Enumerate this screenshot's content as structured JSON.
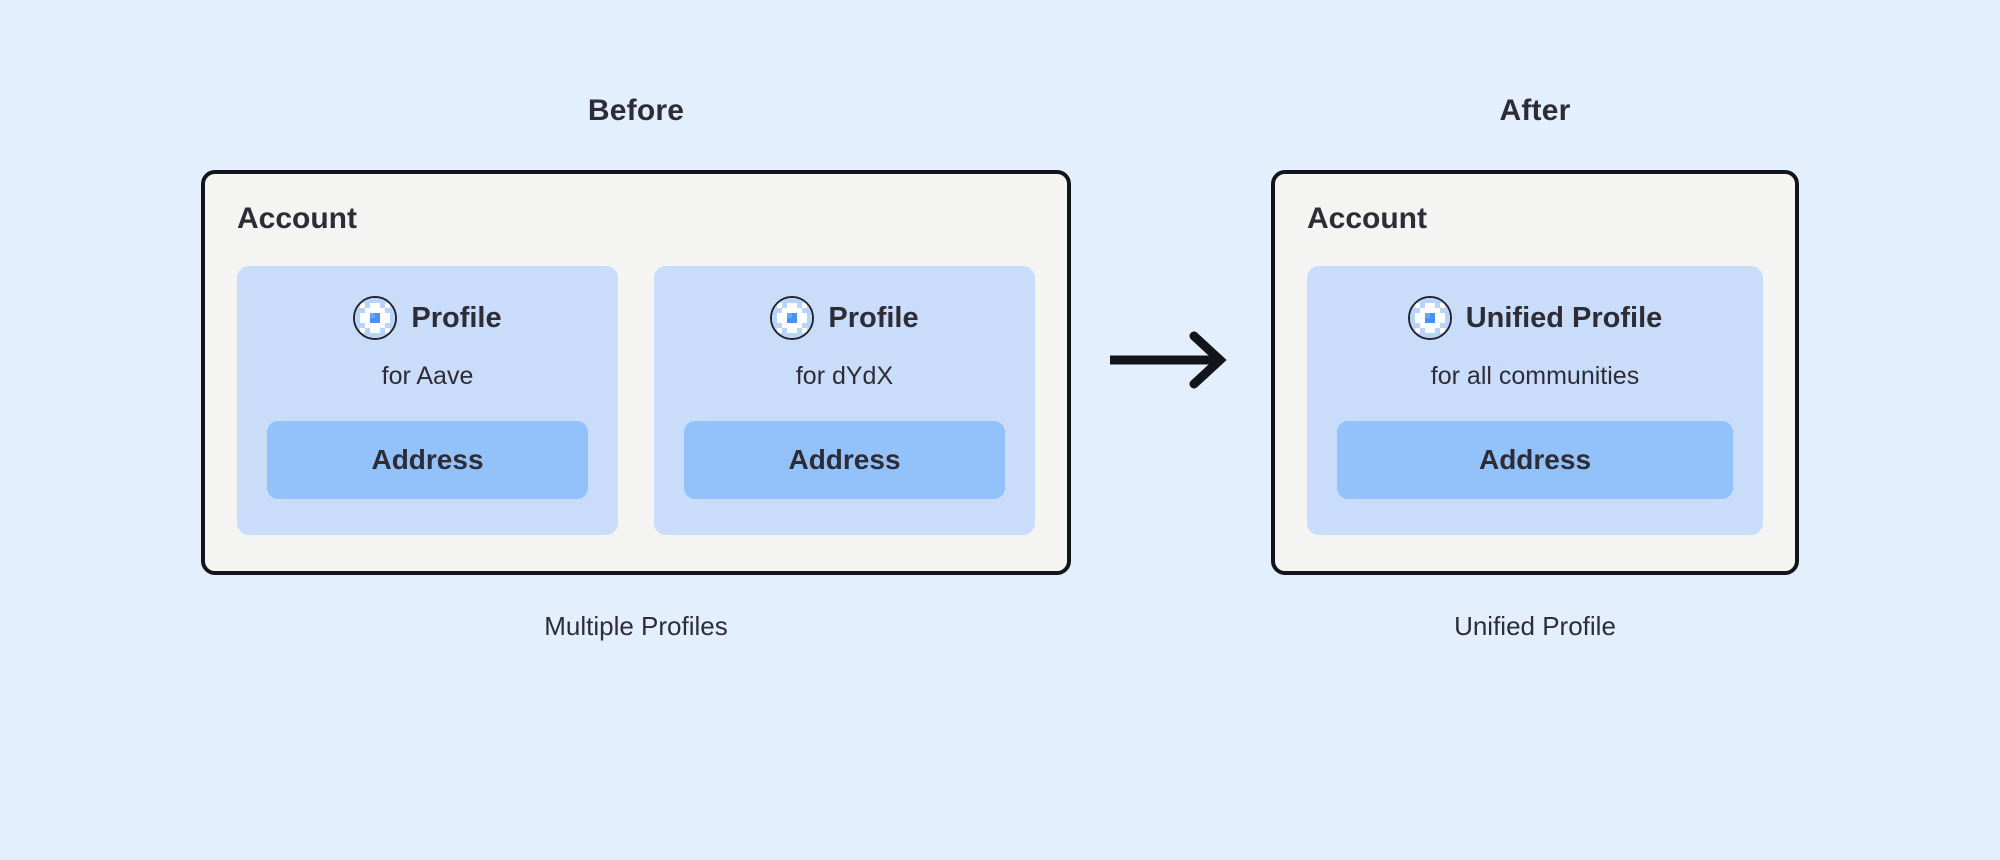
{
  "page": {
    "background_color": "#e3effd",
    "text_color": "#2e2c36"
  },
  "arrow": {
    "icon": "arrow-right-icon",
    "color": "#14151a",
    "direction": "right"
  },
  "before": {
    "heading": "Before",
    "caption": "Multiple Profiles",
    "panel": {
      "title": "Account",
      "fill_color": "#f4f4f3",
      "border_color": "#14151a"
    },
    "cards": [
      {
        "avatar_icon": "blockies-avatar-icon",
        "label": "Profile",
        "subtitle": "for Aave",
        "address_label": "Address",
        "card_color": "#c9ddfb",
        "chip_color": "#93c1f9"
      },
      {
        "avatar_icon": "blockies-avatar-icon",
        "label": "Profile",
        "subtitle": "for dYdX",
        "address_label": "Address",
        "card_color": "#c9ddfb",
        "chip_color": "#93c1f9"
      }
    ]
  },
  "after": {
    "heading": "After",
    "caption": "Unified Profile",
    "panel": {
      "title": "Account",
      "fill_color": "#f4f4f3",
      "border_color": "#14151a"
    },
    "cards": [
      {
        "avatar_icon": "blockies-avatar-icon",
        "label": "Unified Profile",
        "subtitle": "for all communities",
        "address_label": "Address",
        "card_color": "#c9ddfb",
        "chip_color": "#93c1f9"
      }
    ]
  }
}
